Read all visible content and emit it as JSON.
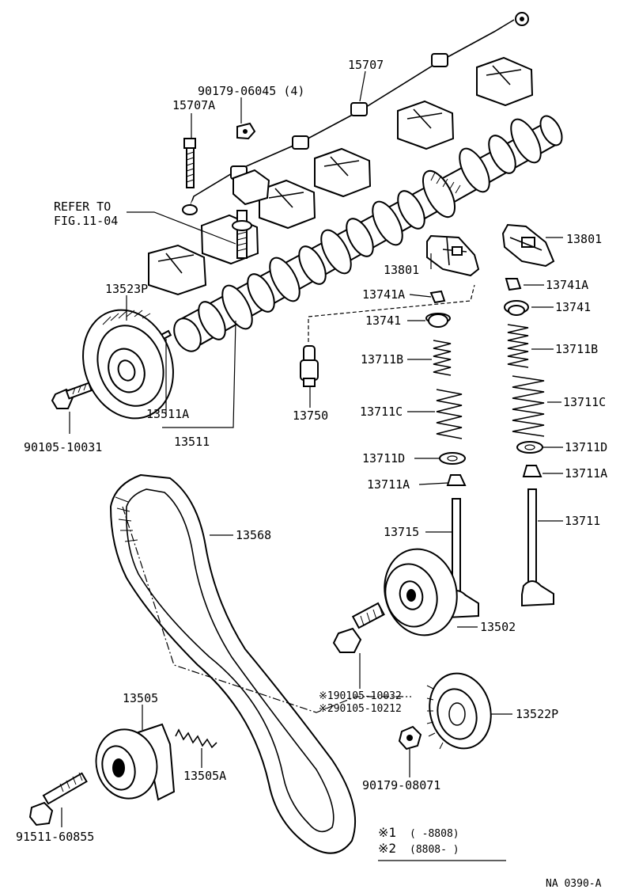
{
  "labels": {
    "l15707": "15707",
    "l90179_06045": "90179-06045 (4)",
    "l15707A": "15707A",
    "refer_line1": "REFER TO",
    "refer_line2": "FIG.11-04",
    "l13523P": "13523P",
    "l90105_10031": "90105-10031",
    "l13511A": "13511A",
    "l13511": "13511",
    "l13801_left": "13801",
    "l13801_right": "13801",
    "l13741A_left": "13741A",
    "l13741A_right": "13741A",
    "l13741_left": "13741",
    "l13741_right": "13741",
    "l13750": "13750",
    "l13711B_left": "13711B",
    "l13711B_right": "13711B",
    "l13711C_left": "13711C",
    "l13711C_right": "13711C",
    "l13711D_left": "13711D",
    "l13711D_right": "13711D",
    "l13711A_left": "13711A",
    "l13711A_right": "13711A",
    "l13715": "13715",
    "l13711": "13711",
    "l13568": "13568",
    "l13502": "13502",
    "l90105_10032": "※190105-10032",
    "l90105_10212": "※290105-10212",
    "l13505": "13505",
    "l13505A": "13505A",
    "l13522P": "13522P",
    "l90179_08071": "90179-08071",
    "l91511_60855": "91511-60855"
  },
  "notes": {
    "note1_mark": "※1",
    "note1_range": "(      -8808)",
    "note2_mark": "※2",
    "note2_range": "(8808-      )",
    "figure_code": "NA 0390-A"
  }
}
